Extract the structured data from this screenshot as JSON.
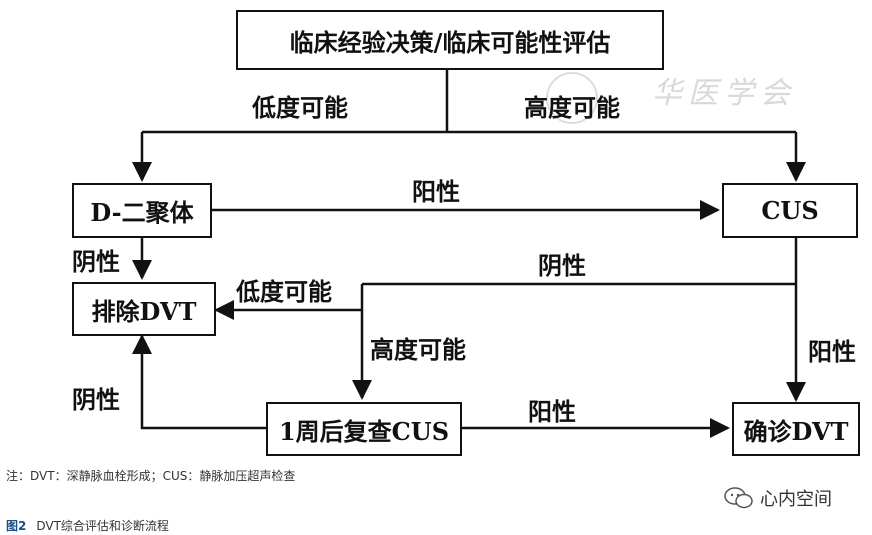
{
  "nodes": {
    "top": "临床经验决策/临床可能性评估",
    "ddimer": "D-二聚体",
    "cus": "CUS",
    "exclude": "排除DVT",
    "recheck": "1周后复查CUS",
    "confirm": "确诊DVT"
  },
  "edges": {
    "low_top": "低度可能",
    "high_top": "高度可能",
    "dd_pos": "阳性",
    "dd_neg": "阴性",
    "cus_neg": "阴性",
    "low_mid": "低度可能",
    "high_mid": "高度可能",
    "cus_pos": "阳性",
    "recheck_neg": "阴性",
    "recheck_pos": "阳性"
  },
  "watermark": "华医学会",
  "note": "注：DVT：深静脉血栓形成；CUS：静脉加压超声检查",
  "caption": {
    "num": "图2",
    "text": "DVT综合评估和诊断流程"
  },
  "brand": "心内空间"
}
